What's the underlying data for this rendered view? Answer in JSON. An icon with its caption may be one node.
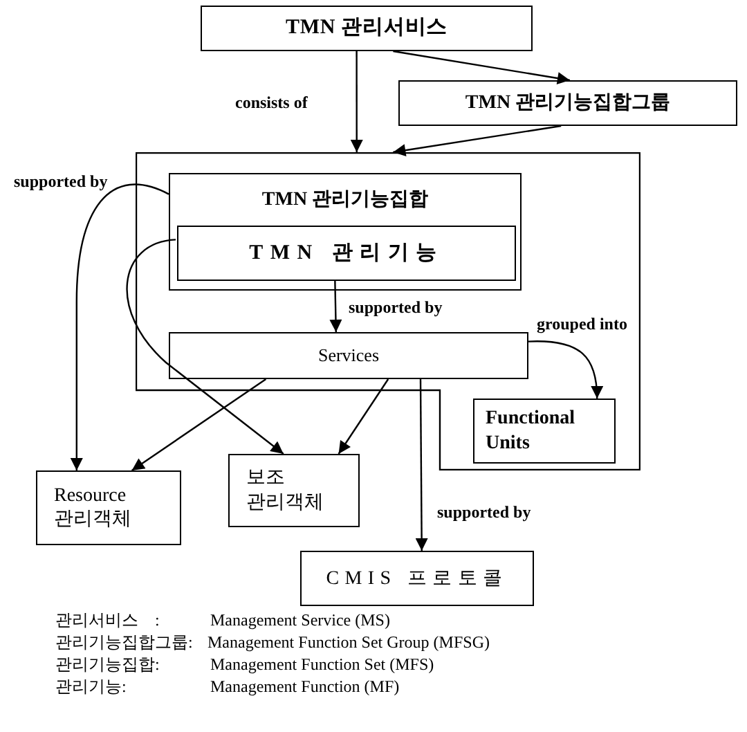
{
  "diagram": {
    "nodes": [
      {
        "text": [
          "TMN 관리서비스"
        ]
      },
      {
        "text": [
          "TMN 관리기능집합그룹"
        ]
      },
      {
        "text": [],
        "shape": "box"
      },
      {
        "text": [
          "TMN 관리기능집합"
        ],
        "in": 2
      },
      {
        "text": [
          "TMN 관리기능"
        ],
        "in": 3
      },
      {
        "text": [
          "Services"
        ],
        "in": 2
      },
      {
        "text": [
          "Functional Units"
        ],
        "in": 2
      },
      {
        "text": [
          "Resource 관리객체"
        ]
      },
      {
        "text": [
          "보조 관리객체"
        ]
      },
      {
        "text": [
          "CMIS 프로토콜"
        ]
      }
    ],
    "edges": [
      {
        "from": 0,
        "to": 2,
        "arrow": "to",
        "label": "consists of"
      },
      {
        "from": 0,
        "to": 1,
        "arrow": "to"
      },
      {
        "from": 1,
        "to": 2,
        "arrow": "to"
      },
      {
        "from": 3,
        "to": 7,
        "arrow": "to",
        "label": "supported by"
      },
      {
        "from": 4,
        "to": 8,
        "arrow": "to"
      },
      {
        "from": 4,
        "to": 5,
        "arrow": "to",
        "label": "supported by"
      },
      {
        "from": 5,
        "to": 6,
        "arrow": "to",
        "label": "grouped into"
      },
      {
        "from": 5,
        "to": 7,
        "arrow": "to"
      },
      {
        "from": 5,
        "to": 8,
        "arrow": "to"
      },
      {
        "from": 5,
        "to": 9,
        "arrow": "to",
        "label": "supported by"
      }
    ],
    "labels": [
      "관리서비스",
      ":",
      "Management Service (MS)",
      "관리기능집합그룹:",
      "Management Function Set Group (MFSG)",
      "관리기능집합:",
      "Management Function Set (MFS)",
      "관리기능:",
      "Management Function (MF)"
    ]
  }
}
